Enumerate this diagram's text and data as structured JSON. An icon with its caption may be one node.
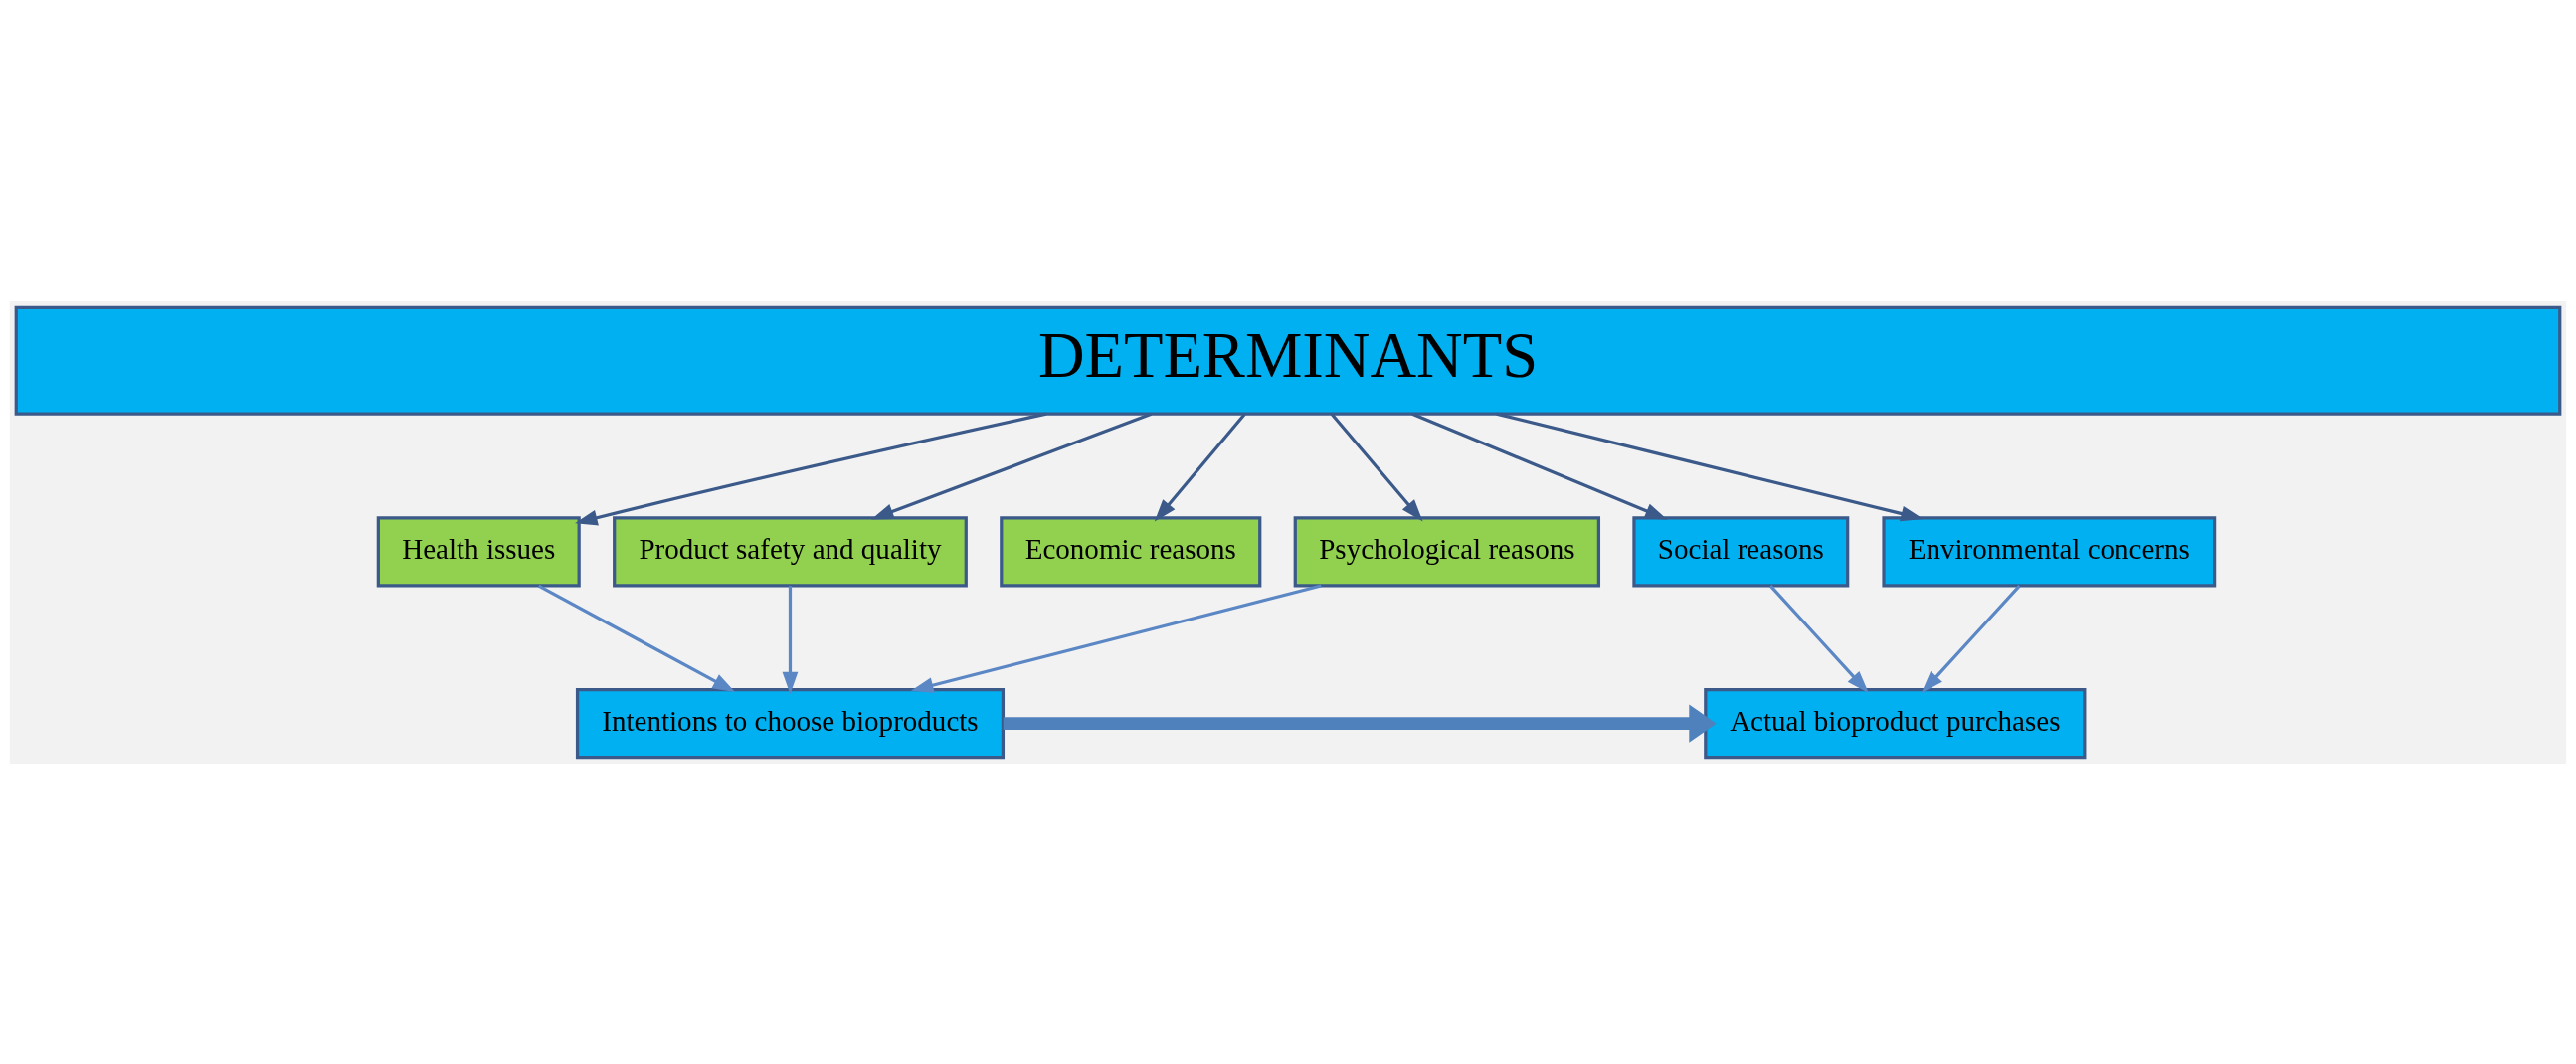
{
  "diagram": {
    "nodes": [
      {
        "text": [
          "DETERMINANTS"
        ]
      },
      {
        "text": [
          "Health issues"
        ]
      },
      {
        "text": [
          "Product safety and quality"
        ]
      },
      {
        "text": [
          "Economic reasons"
        ]
      },
      {
        "text": [
          "Psychological reasons"
        ]
      },
      {
        "text": [
          "Social reasons"
        ]
      },
      {
        "text": [
          "Environmental concerns"
        ]
      },
      {
        "text": [
          "Intentions to choose bioproducts"
        ]
      },
      {
        "text": [
          "Actual bioproduct purchases"
        ]
      }
    ],
    "edges": [
      {
        "from": 0,
        "to": 1,
        "arrow": "to"
      },
      {
        "from": 0,
        "to": 2,
        "arrow": "to"
      },
      {
        "from": 0,
        "to": 3,
        "arrow": "to"
      },
      {
        "from": 0,
        "to": 4,
        "arrow": "to"
      },
      {
        "from": 0,
        "to": 5,
        "arrow": "to"
      },
      {
        "from": 0,
        "to": 6,
        "arrow": "to"
      },
      {
        "from": 1,
        "to": 7,
        "arrow": "to",
        "color": "#5b87c5"
      },
      {
        "from": 2,
        "to": 7,
        "arrow": "to",
        "color": "#5b87c5"
      },
      {
        "from": 4,
        "to": 7,
        "arrow": "to",
        "color": "#5b87c5"
      },
      {
        "from": 5,
        "to": 8,
        "arrow": "to",
        "color": "#5b87c5"
      },
      {
        "from": 6,
        "to": 8,
        "arrow": "to",
        "color": "#5b87c5"
      },
      {
        "from": 7,
        "to": 8,
        "arrow": "to",
        "style": "thick",
        "color": "#4f81bd"
      }
    ]
  }
}
